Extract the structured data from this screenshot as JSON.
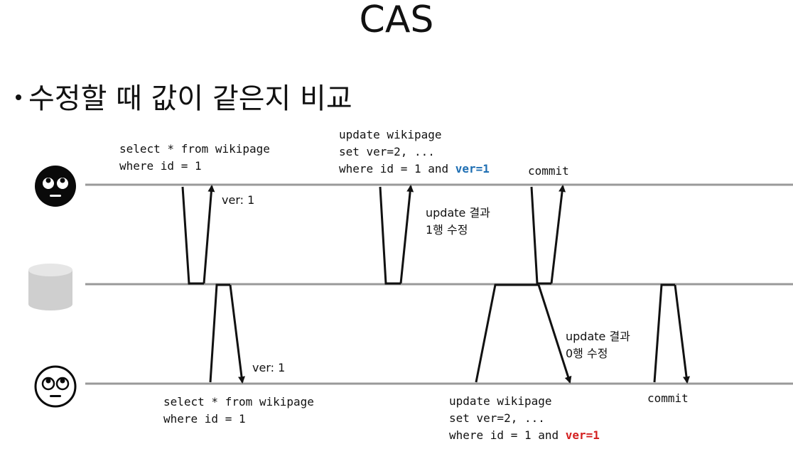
{
  "title": "CAS",
  "bullet": "수정할 때 값이 같은지 비교",
  "user1": {
    "icon": "rolling-eyes-face-dark",
    "select_line1": "select * from wikipage",
    "select_line2": "where id = 1",
    "update_line1": "update wikipage",
    "update_line2": "set ver=2, ...",
    "update_line3_prefix": "where id = 1 and ",
    "update_line3_cond": "ver=1",
    "commit": "commit",
    "cond_color": "#1f6fb3"
  },
  "user2": {
    "icon": "rolling-eyes-face-light",
    "select_line1": "select * from wikipage",
    "select_line2": "where id = 1",
    "update_line1": "update wikipage",
    "update_line2": "set ver=2, ...",
    "update_line3_prefix": "where id = 1 and ",
    "update_line3_cond": "ver=1",
    "commit": "commit",
    "cond_color": "#d42020"
  },
  "database": {
    "icon": "database-cylinder-icon"
  },
  "responses": {
    "ver_user1": "ver: 1",
    "ver_user2": "ver: 1",
    "update_result1_line1": "update 결과",
    "update_result1_line2": "1행 수정",
    "update_result2_line1": "update 결과",
    "update_result2_line2": "0행 수정"
  }
}
